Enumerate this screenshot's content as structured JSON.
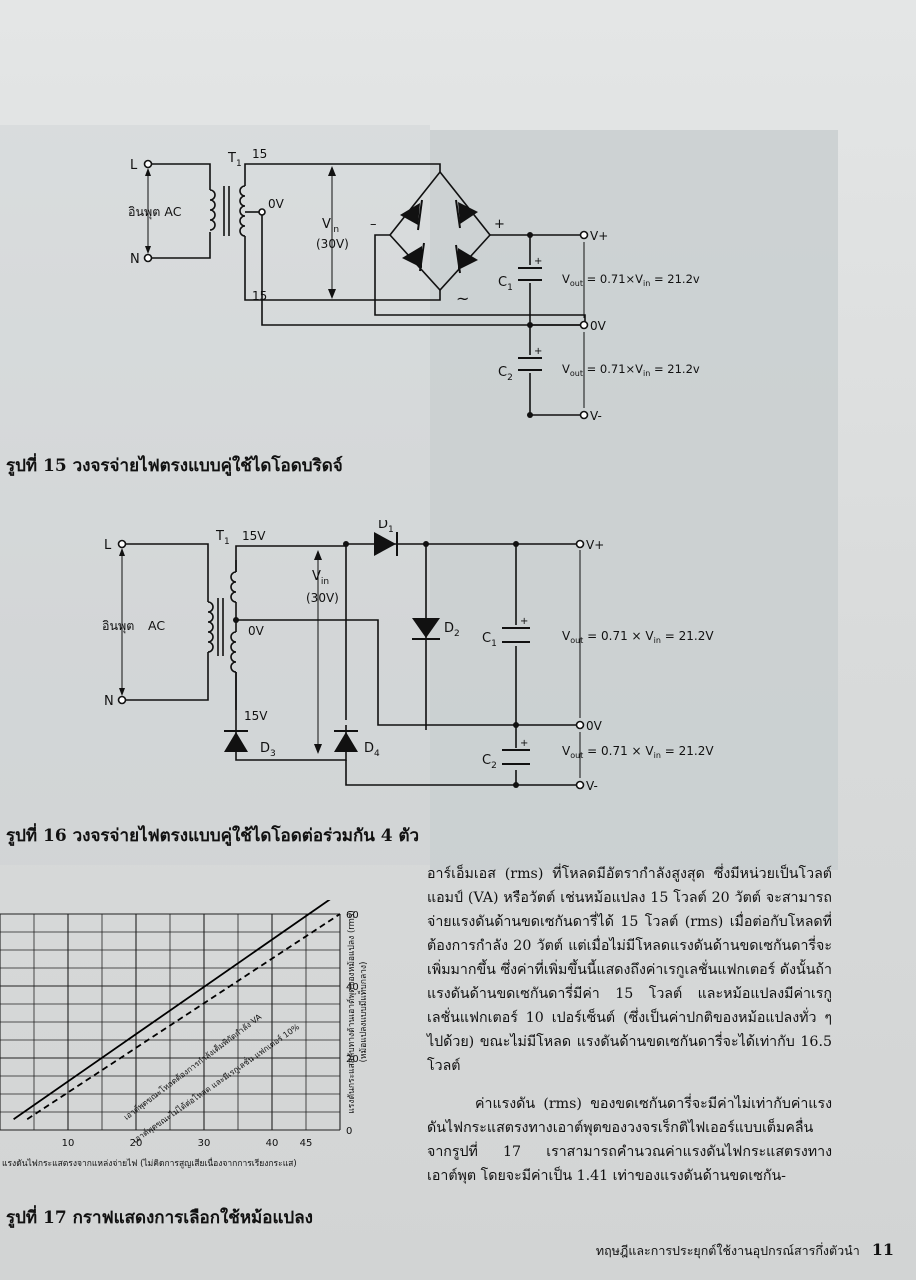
{
  "figure15": {
    "caption": "รูปที่ 15 วงจรจ่ายไฟตรงแบบคู่ใช้ไดโอดบริดจ์",
    "label_L": "L",
    "label_N": "N",
    "input_label": "อินพุต AC",
    "transformer": "T",
    "transformer_sub": "1",
    "tap_top": "15",
    "tap_mid": "0V",
    "tap_bottom": "15",
    "vin": "V",
    "vin_sub": "in",
    "vin_value": "(30V)",
    "bridge_minus": "–",
    "bridge_plus": "+",
    "bridge_ac": "~",
    "c1": "C",
    "c1_sub": "1",
    "c2": "C",
    "c2_sub": "2",
    "out_pos": "V+",
    "out_zero": "0V",
    "out_neg": "V-",
    "vout_top": "V",
    "vout_top_sub": "out",
    "vout_top_eq": " = 0.71×V",
    "vout_top_eq_sub": "in",
    "vout_top_val": " = 21.2v",
    "vout_bot": "V",
    "vout_bot_sub": "out",
    "vout_bot_eq": " = 0.71×V",
    "vout_bot_eq_sub": "in",
    "vout_bot_val": " = 21.2v"
  },
  "figure16": {
    "caption": "รูปที่ 16 วงจรจ่ายไฟตรงแบบคู่ใช้ไดโอดต่อร่วมกัน 4 ตัว",
    "label_L": "L",
    "label_N": "N",
    "input_label": "อินพุต",
    "input_ac": "AC",
    "transformer": "T",
    "transformer_sub": "1",
    "tap_top": "15V",
    "tap_mid": "0V",
    "tap_bottom": "15V",
    "vin": "V",
    "vin_sub": "in",
    "vin_value": "(30V)",
    "d1": "D",
    "d1_sub": "1",
    "d2": "D",
    "d2_sub": "2",
    "d3": "D",
    "d3_sub": "3",
    "d4": "D",
    "d4_sub": "4",
    "c1": "C",
    "c1_sub": "1",
    "c2": "C",
    "c2_sub": "2",
    "out_pos": "V+",
    "out_zero": "0V",
    "out_neg": "V-",
    "vout_top": "V",
    "vout_top_sub": "out",
    "vout_top_eq": " = 0.71 × V",
    "vout_top_eq_sub": "in",
    "vout_top_val": " = 21.2V",
    "vout_bot": "V",
    "vout_bot_sub": "out",
    "vout_bot_eq": " = 0.71 × V",
    "vout_bot_eq_sub": "in",
    "vout_bot_val": " = 21.2V"
  },
  "figure17": {
    "caption": "รูปที่ 17 กราฟแสดงการเลือกใช้หม้อแปลง",
    "xlabel": "แรงดันไฟกระแสตรงจากแหล่งจ่ายไฟ (ไม่คิดการสูญเสียเนื่องจากการเรียงกระแส)",
    "ylabel_right": "แรงดันกระแสสลับทางด้านเอาต์พุตของหม้อแปลง (rms)",
    "ylabel_right_sub": "(หม้อแปลงแบบมีแท็บกลาง)",
    "line1_label": "เอาต์พุตขณะโหลดต้องการกำลังเต็มพิกัดกำลัง VA",
    "line2_label": "เอาต์พุตขณะไม่ได้ต่อโหลด และมีเรกูเลชั่น แฟกเตอร์ 10%"
  },
  "chart_data": {
    "type": "line",
    "title": "",
    "xlabel": "แรงดันไฟกระแสตรงจากแหล่งจ่ายไฟ (ไม่คิดการสูญเสียเนื่องจากการเรียงกระแส)",
    "ylabel": "แรงดันกระแสสลับทางด้านเอาต์พุตของหม้อแปลง (rms)",
    "x_ticks": [
      "10",
      "20",
      "30",
      "40",
      "45"
    ],
    "y_ticks": [
      "0",
      "20",
      "40",
      "60"
    ],
    "xlim": [
      0,
      50
    ],
    "ylim": [
      0,
      60
    ],
    "grid": true,
    "series": [
      {
        "name": "เอาต์พุตขณะโหลดต้องการกำลังเต็มพิกัดกำลัง VA",
        "x": [
          2,
          50
        ],
        "y": [
          3,
          66
        ]
      },
      {
        "name": "เอาต์พุตขณะไม่ได้ต่อโหลด และมีเรกูเลชั่น แฟกเตอร์ 10%",
        "x": [
          4,
          50
        ],
        "y": [
          3,
          60
        ]
      }
    ]
  },
  "body": {
    "para1": "อาร์เอ็มเอส (rms) ที่โหลดมีอัตรากำลังสูงสุด ซึ่งมีหน่วยเป็นโวลต์แอมป์ (VA) หรือวัตต์ เช่นหม้อแปลง 15 โวลต์ 20 วัตต์ จะสามารถจ่ายแรงดันด้านขดเซกันดารี่ได้ 15 โวลต์ (rms) เมื่อต่อกับโหลดที่ต้องการกำลัง 20 วัตต์ แต่เมื่อไม่มีโหลดแรงดันด้านขดเซกันดารี่จะเพิ่มมากขึ้น ซึ่งค่าที่เพิ่มขึ้นนี้แสดงถึงค่าเรกูเลชั่นแฟกเตอร์ ดังนั้นถ้าแรงดันด้านขดเซกันดารี่มีค่า 15 โวลต์ และหม้อแปลงมีค่าเรกูเลชั่นแฟกเตอร์ 10 เปอร์เซ็นต์ (ซึ่งเป็นค่าปกติของหม้อแปลงทั่ว ๆ ไปด้วย) ขณะไม่มีโหลด แรงดันด้านขดเซกันดารี่จะได้เท่ากับ 16.5 โวลต์",
    "para2": "ค่าแรงดัน (rms) ของขดเซกันดารี่จะมีค่าไม่เท่ากับค่าแรงดันไฟกระแสตรงทางเอาต์พุตของวงจรเร็กติไฟเออร์แบบเต็มคลื่น จากรูปที่ 17 เราสามารถคำนวณค่าแรงดันไฟกระแสตรงทางเอาต์พุต โดยจะมีค่าเป็น 1.41 เท่าของแรงดันด้านขดเซกัน-"
  },
  "footer": {
    "running_title": "ทฤษฎีและการประยุกต์ใช้งานอุปกรณ์สารกึ่งตัวนำ",
    "page_number": "11"
  }
}
